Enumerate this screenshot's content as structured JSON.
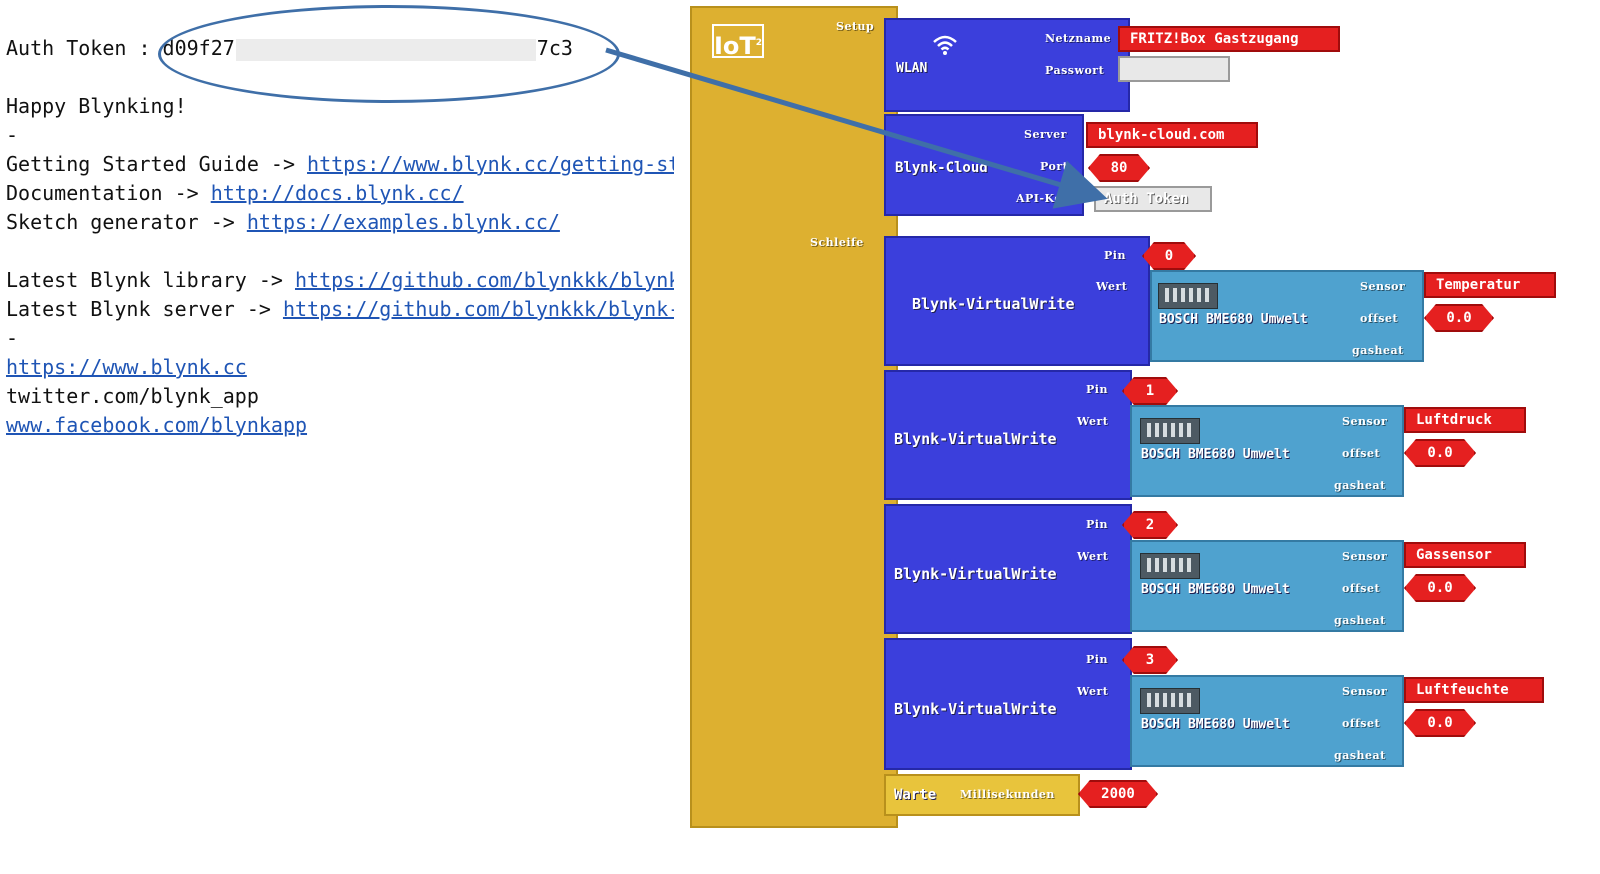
{
  "left_panel": {
    "auth_label": "Auth Token : ",
    "token_start": "d09f27",
    "token_end": "7c3",
    "happy": "Happy Blynking!",
    "dash1": "-",
    "guide_label": "Getting Started Guide -> ",
    "guide_link": "https://www.blynk.cc/getting-started",
    "docs_label": "Documentation -> ",
    "docs_link": "http://docs.blynk.cc/",
    "sketch_label": "Sketch generator -> ",
    "sketch_link": "https://examples.blynk.cc/",
    "library_label": "Latest Blynk library -> ",
    "library_link": "https://github.com/blynkkk/blynk-library/releases",
    "server_label": "Latest Blynk server -> ",
    "server_link": "https://github.com/blynkkk/blynk-server/releases",
    "dash2": "-",
    "site_link": "https://www.blynk.cc",
    "twitter": "twitter.com/blynk_app",
    "facebook_link": "www.facebook.com/blynkapp"
  },
  "setup_block": {
    "logo": "IoT",
    "logo_sup": "2",
    "setup_label": "Setup",
    "loop_label": "Schleife"
  },
  "wlan": {
    "title": "WLAN",
    "icon": "wifi-icon",
    "netname_label": "Netzname",
    "password_label": "Passwort",
    "netname_value": "FRITZ!Box Gastzugang"
  },
  "cloud": {
    "title": "Blynk-Cloud",
    "server_label": "Server",
    "port_label": "Port",
    "api_label": "API-Key",
    "server_value": "blynk-cloud.com",
    "port_value": "80",
    "api_value": "Auth Token"
  },
  "writes": [
    {
      "title": "Blynk-VirtualWrite",
      "pin_label": "Pin",
      "wert_label": "Wert",
      "pin": "0",
      "sensor_block": "BOSCH BME680 Umwelt",
      "sensor_label": "Sensor",
      "offset_label": "offset",
      "gasheat_label": "gasheat",
      "sensor": "Temperatur",
      "offset": "0.0"
    },
    {
      "title": "Blynk-VirtualWrite",
      "pin_label": "Pin",
      "wert_label": "Wert",
      "pin": "1",
      "sensor_block": "BOSCH BME680 Umwelt",
      "sensor_label": "Sensor",
      "offset_label": "offset",
      "gasheat_label": "gasheat",
      "sensor": "Luftdruck",
      "offset": "0.0"
    },
    {
      "title": "Blynk-VirtualWrite",
      "pin_label": "Pin",
      "wert_label": "Wert",
      "pin": "2",
      "sensor_block": "BOSCH BME680 Umwelt",
      "sensor_label": "Sensor",
      "offset_label": "offset",
      "gasheat_label": "gasheat",
      "sensor": "Gassensor",
      "offset": "0.0"
    },
    {
      "title": "Blynk-VirtualWrite",
      "pin_label": "Pin",
      "wert_label": "Wert",
      "pin": "3",
      "sensor_block": "BOSCH BME680 Umwelt",
      "sensor_label": "Sensor",
      "offset_label": "offset",
      "gasheat_label": "gasheat",
      "sensor": "Luftfeuchte",
      "offset": "0.0"
    }
  ],
  "wait": {
    "title": "Warte",
    "unit_label": "Millisekunden",
    "value": "2000"
  },
  "colors": {
    "setup": "#ddb030",
    "block_blue": "#3b3fdc",
    "sensor_blue": "#4fa2cf",
    "value_red": "#e52020",
    "link": "#1f55b5",
    "annotation": "#3f6fa8"
  }
}
